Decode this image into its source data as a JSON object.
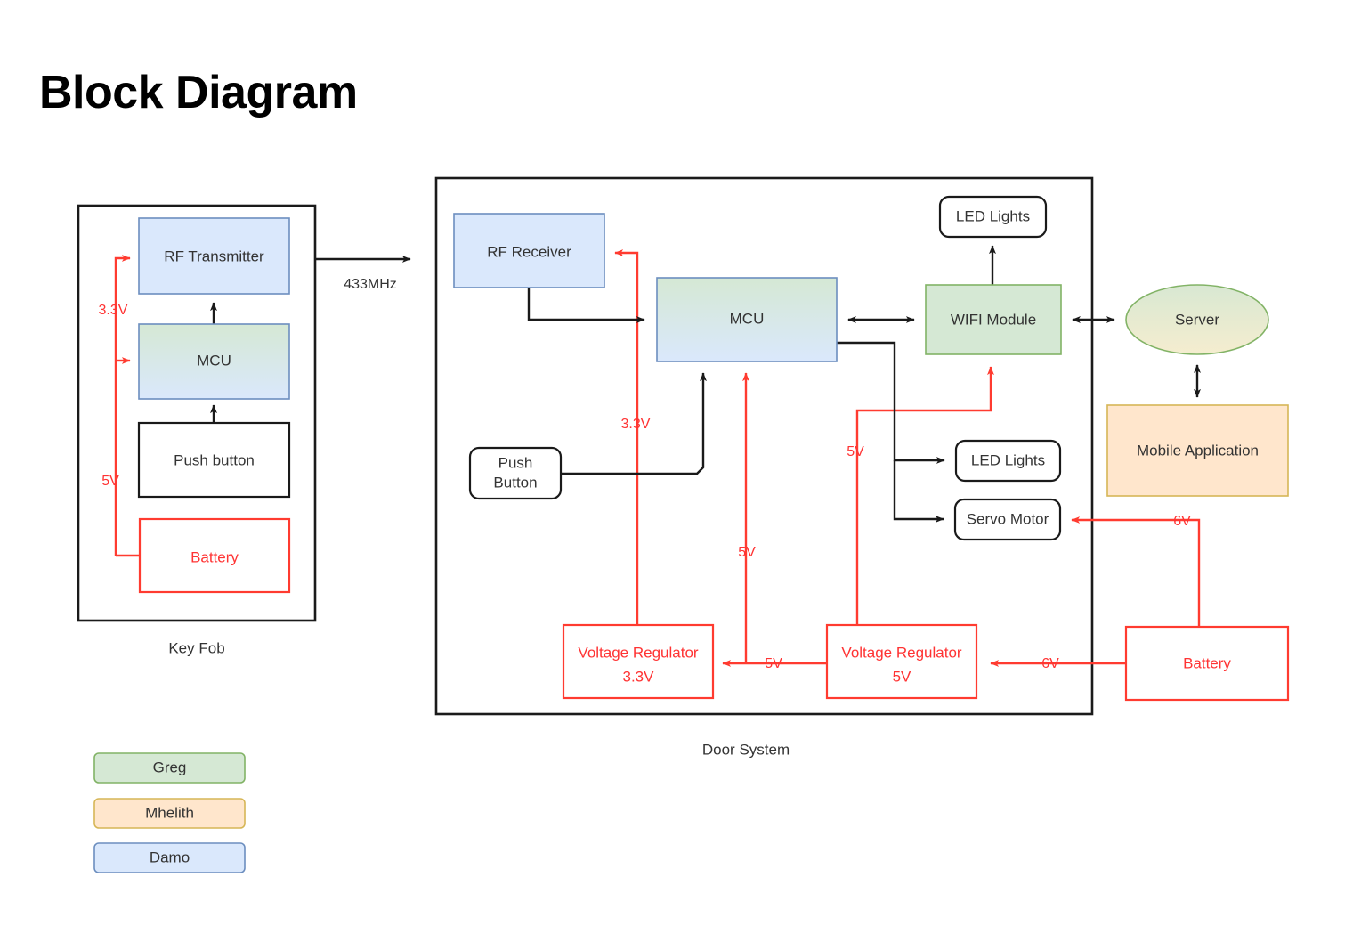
{
  "page": {
    "title": "Block Diagram",
    "background": "#ffffff"
  },
  "colors": {
    "blue_fill": "#dae8fc",
    "blue_stroke": "#6c8ebf",
    "green_fill": "#d5e8d4",
    "green_stroke": "#82b366",
    "yellow_fill": "#ffe6cc",
    "yellow_stroke": "#d6b656",
    "red_stroke": "#ff3b30",
    "black_stroke": "#1a1a1a",
    "text_dark": "#333333"
  },
  "key_fob": {
    "caption": "Key Fob",
    "nodes": {
      "rf_transmitter": "RF Transmitter",
      "mcu": "MCU",
      "push_button": "Push button",
      "battery": "Battery"
    },
    "power_labels": {
      "v33": "3.3V",
      "v5": "5V"
    }
  },
  "link_433": {
    "label": "433MHz"
  },
  "door_system": {
    "caption": "Door System",
    "nodes": {
      "rf_receiver": "RF Receiver",
      "mcu": "MCU",
      "push_button": "Push\nButton",
      "push_button_line1": "Push",
      "push_button_line2": "Button",
      "wifi_module": "WIFI Module",
      "led_lights_top": "LED Lights",
      "led_lights_mid": "LED Lights",
      "servo_motor": "Servo Motor",
      "voltage_regulator_33_line1": "Voltage Regulator",
      "voltage_regulator_33_line2": "3.3V",
      "voltage_regulator_5_line1": "Voltage Regulator",
      "voltage_regulator_5_line2": "5V"
    },
    "power_labels": {
      "v33_to_rf_receiver": "3.3V",
      "v5_to_mcu": "5V",
      "v5_to_wifi": "5V",
      "v5_reg_to_reg": "5V",
      "v6_batt_to_reg": "6V",
      "v6_batt_to_servo": "6V"
    }
  },
  "external": {
    "server": "Server",
    "mobile_application": "Mobile Application",
    "battery": "Battery"
  },
  "legend": {
    "items": [
      {
        "label": "Greg",
        "fill": "#d5e8d4",
        "stroke": "#82b366"
      },
      {
        "label": "Mhelith",
        "fill": "#ffe6cc",
        "stroke": "#d6b656"
      },
      {
        "label": "Damo",
        "fill": "#dae8fc",
        "stroke": "#6c8ebf"
      }
    ]
  }
}
